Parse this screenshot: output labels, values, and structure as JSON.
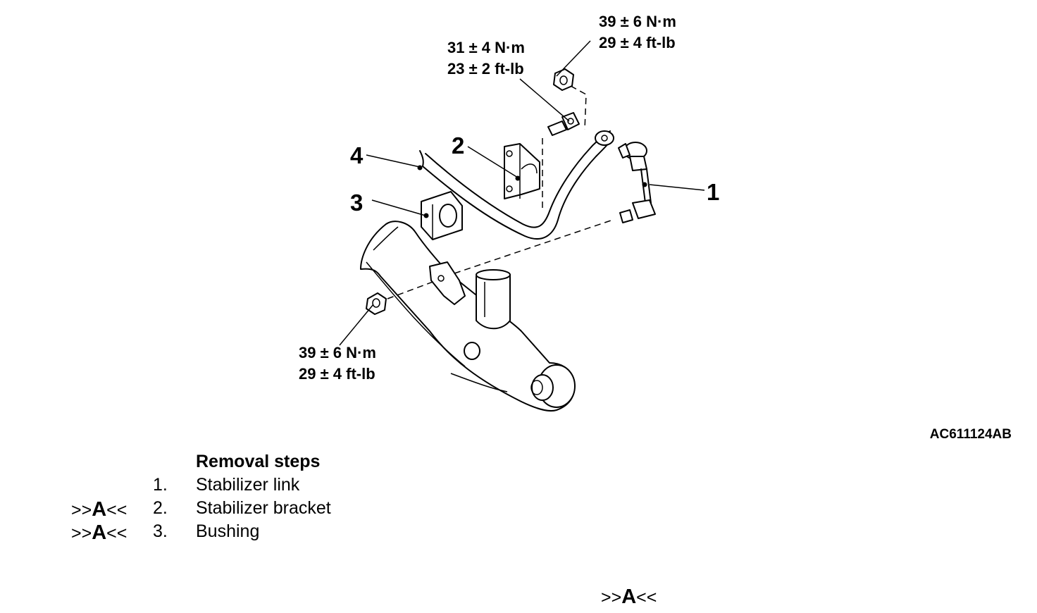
{
  "callouts": {
    "c1": "1",
    "c2": "2",
    "c3": "3",
    "c4": "4"
  },
  "torques": {
    "top_right": {
      "metric": "39 ± 6 N·m",
      "imperial": "29 ± 4 ft-lb"
    },
    "top_mid": {
      "metric": "31 ± 4 N·m",
      "imperial": "23 ± 2 ft-lb"
    },
    "bottom_left": {
      "metric": "39 ± 6 N·m",
      "imperial": "29 ± 4 ft-lb"
    }
  },
  "figure_code": "AC611124AB",
  "removal": {
    "title": "Removal steps",
    "steps": [
      {
        "mark": "",
        "number": "1.",
        "label": "Stabilizer link"
      },
      {
        "mark": ">>A<<",
        "number": "2.",
        "label": "Stabilizer bracket"
      },
      {
        "mark": ">>A<<",
        "number": "3.",
        "label": "Bushing"
      }
    ]
  },
  "section": {
    "mark": ">>A<<"
  }
}
